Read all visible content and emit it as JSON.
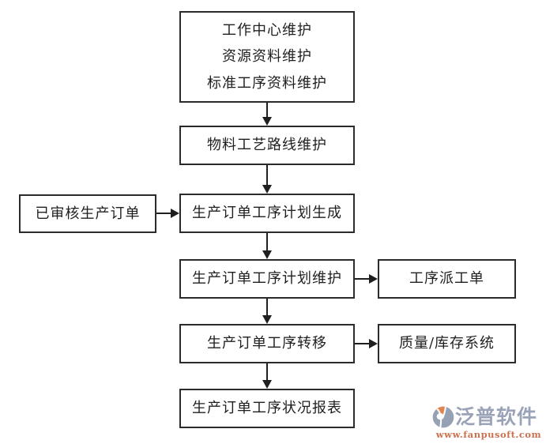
{
  "diagram": {
    "nodes": {
      "master_data": {
        "lines": [
          "工作中心维护",
          "资源资料维护",
          "标准工序资料维护"
        ]
      },
      "material_routing": {
        "label": "物料工艺路线维护"
      },
      "approved_order": {
        "label": "已审核生产订单"
      },
      "plan_generation": {
        "label": "生产订单工序计划生成"
      },
      "plan_maintenance": {
        "label": "生产订单工序计划维护"
      },
      "dispatch_order": {
        "label": "工序派工单"
      },
      "process_transfer": {
        "label": "生产订单工序转移"
      },
      "quality_inventory": {
        "label": "质量/库存系统"
      },
      "status_report": {
        "label": "生产订单工序状况报表"
      }
    },
    "colors": {
      "border": "#2b2b2b",
      "text": "#1f1f1f",
      "background": "#ffffff"
    }
  },
  "logo": {
    "name": "泛普软件",
    "url": "www.fanpusoft.com",
    "colors": {
      "name_text": "#9aa3b8",
      "url_text": "#cb7250",
      "icon_gray": "#97a1b4",
      "icon_orange": "#e0854f"
    }
  }
}
